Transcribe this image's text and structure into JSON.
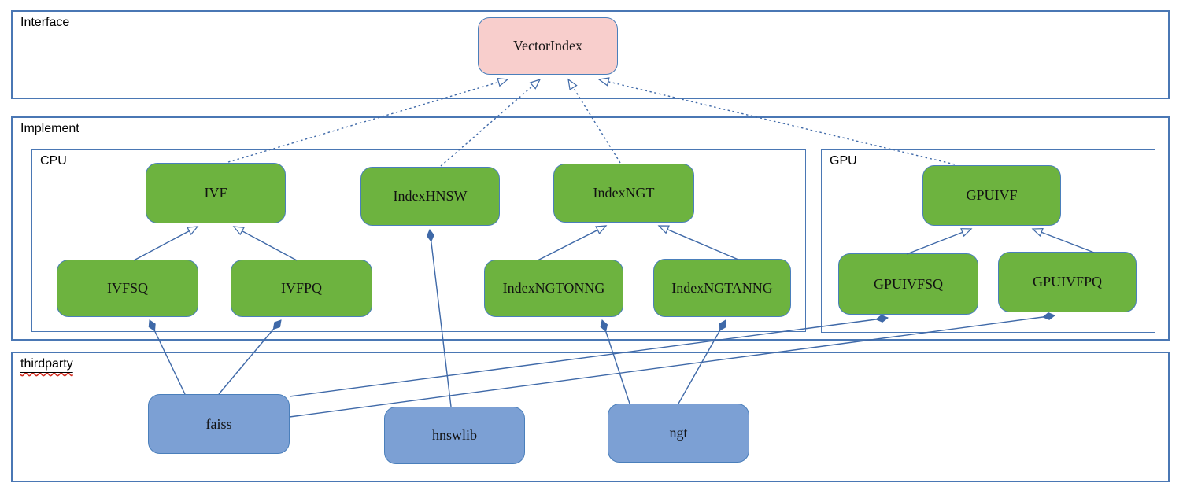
{
  "diagram": {
    "kind": "uml-class-architecture-diagram",
    "containers": {
      "interface": {
        "label": "Interface"
      },
      "implement": {
        "label": "Implement"
      },
      "cpu": {
        "label": "CPU"
      },
      "gpu": {
        "label": "GPU"
      },
      "thirdparty": {
        "label": "thirdparty",
        "spellcheck_underline": true
      }
    },
    "nodes": {
      "vector_index": {
        "label": "VectorIndex",
        "fill": "#f8cecc",
        "group": "interface"
      },
      "ivf": {
        "label": "IVF",
        "fill": "#6db33f",
        "group": "cpu"
      },
      "index_hnsw": {
        "label": "IndexHNSW",
        "fill": "#6db33f",
        "group": "cpu"
      },
      "index_ngt": {
        "label": "IndexNGT",
        "fill": "#6db33f",
        "group": "cpu"
      },
      "ivfsq": {
        "label": "IVFSQ",
        "fill": "#6db33f",
        "group": "cpu"
      },
      "ivfpq": {
        "label": "IVFPQ",
        "fill": "#6db33f",
        "group": "cpu"
      },
      "index_ngtonng": {
        "label": "IndexNGTONNG",
        "fill": "#6db33f",
        "group": "cpu"
      },
      "index_ngtanng": {
        "label": "IndexNGTANNG",
        "fill": "#6db33f",
        "group": "cpu"
      },
      "gpu_ivf": {
        "label": "GPUIVF",
        "fill": "#6db33f",
        "group": "gpu"
      },
      "gpu_ivfsq": {
        "label": "GPUIVFSQ",
        "fill": "#6db33f",
        "group": "gpu"
      },
      "gpu_ivfpq": {
        "label": "GPUIVFPQ",
        "fill": "#6db33f",
        "group": "gpu"
      },
      "faiss": {
        "label": "faiss",
        "fill": "#7ca0d4",
        "group": "thirdparty"
      },
      "hnswlib": {
        "label": "hnswlib",
        "fill": "#7ca0d4",
        "group": "thirdparty"
      },
      "ngt": {
        "label": "ngt",
        "fill": "#7ca0d4",
        "group": "thirdparty"
      }
    },
    "relationships": [
      {
        "from": "IVF",
        "to": "VectorIndex",
        "type": "generalization",
        "line": "dashed"
      },
      {
        "from": "IndexHNSW",
        "to": "VectorIndex",
        "type": "generalization",
        "line": "dashed"
      },
      {
        "from": "IndexNGT",
        "to": "VectorIndex",
        "type": "generalization",
        "line": "dashed"
      },
      {
        "from": "GPUIVF",
        "to": "VectorIndex",
        "type": "generalization",
        "line": "dashed"
      },
      {
        "from": "IVFSQ",
        "to": "IVF",
        "type": "generalization",
        "line": "solid"
      },
      {
        "from": "IVFPQ",
        "to": "IVF",
        "type": "generalization",
        "line": "solid"
      },
      {
        "from": "IndexNGTONNG",
        "to": "IndexNGT",
        "type": "generalization",
        "line": "solid"
      },
      {
        "from": "IndexNGTANNG",
        "to": "IndexNGT",
        "type": "generalization",
        "line": "solid"
      },
      {
        "from": "GPUIVFSQ",
        "to": "GPUIVF",
        "type": "generalization",
        "line": "solid"
      },
      {
        "from": "GPUIVFPQ",
        "to": "GPUIVF",
        "type": "generalization",
        "line": "solid"
      },
      {
        "from": "faiss",
        "to": "IVFSQ",
        "type": "composition",
        "line": "solid"
      },
      {
        "from": "faiss",
        "to": "IVFPQ",
        "type": "composition",
        "line": "solid"
      },
      {
        "from": "faiss",
        "to": "GPUIVFSQ",
        "type": "composition",
        "line": "solid"
      },
      {
        "from": "faiss",
        "to": "GPUIVFPQ",
        "type": "composition",
        "line": "solid"
      },
      {
        "from": "hnswlib",
        "to": "IndexHNSW",
        "type": "composition",
        "line": "solid"
      },
      {
        "from": "ngt",
        "to": "IndexNGTONNG",
        "type": "composition",
        "line": "solid"
      },
      {
        "from": "ngt",
        "to": "IndexNGTANNG",
        "type": "composition",
        "line": "solid"
      }
    ],
    "colors": {
      "container_border": "#4a77b4",
      "node_border": "#4a7fbb",
      "green_fill": "#6db33f",
      "pink_fill": "#f8cecc",
      "blue_fill": "#7ca0d4",
      "connector": "#3f69a8",
      "spellcheck_red": "#d22a1e"
    }
  }
}
